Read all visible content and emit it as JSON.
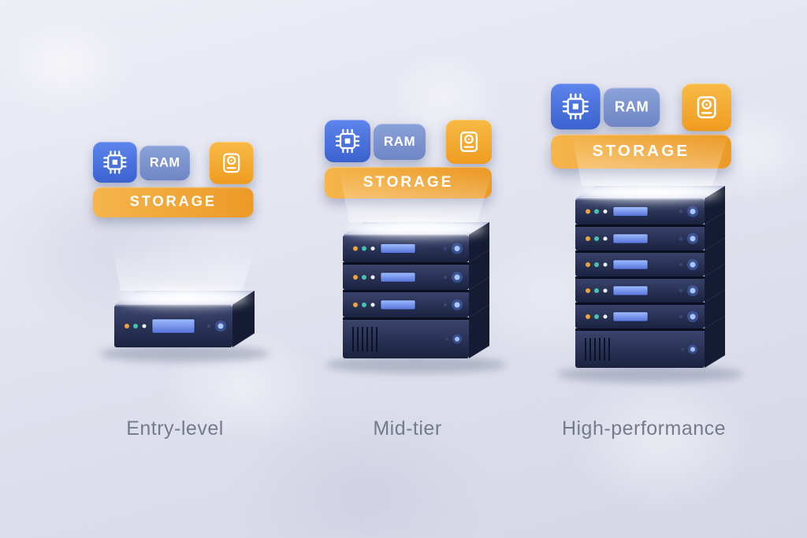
{
  "tiers": [
    {
      "label": "Entry-level",
      "unit_count": 1,
      "badges": {
        "cpu_icon": "cpu-icon",
        "ram": "RAM",
        "drive_icon": "storage-drive-icon",
        "storage": "STORAGE"
      }
    },
    {
      "label": "Mid-tier",
      "unit_count": 4,
      "badges": {
        "cpu_icon": "cpu-icon",
        "ram": "RAM",
        "drive_icon": "storage-drive-icon",
        "storage": "STORAGE"
      }
    },
    {
      "label": "High-performance",
      "unit_count": 6,
      "badges": {
        "cpu_icon": "cpu-icon",
        "ram": "RAM",
        "drive_icon": "storage-drive-icon",
        "storage": "STORAGE"
      }
    }
  ],
  "colors": {
    "cpu_badge": "#3f6ad6",
    "ram_badge": "#7e91ca",
    "storage_badge": "#f2a637",
    "server_front_top": "#3c466f",
    "server_front_bottom": "#1a2240",
    "server_side": "#141b32",
    "led_orange": "#f0a33b",
    "led_teal": "#45c4ad",
    "led_white": "#f2f5ff",
    "screen_blue": "#6e9bff",
    "glow_blue": "#5b8cff",
    "caption_text": "#747b8c",
    "background": "#e1e2ee"
  }
}
